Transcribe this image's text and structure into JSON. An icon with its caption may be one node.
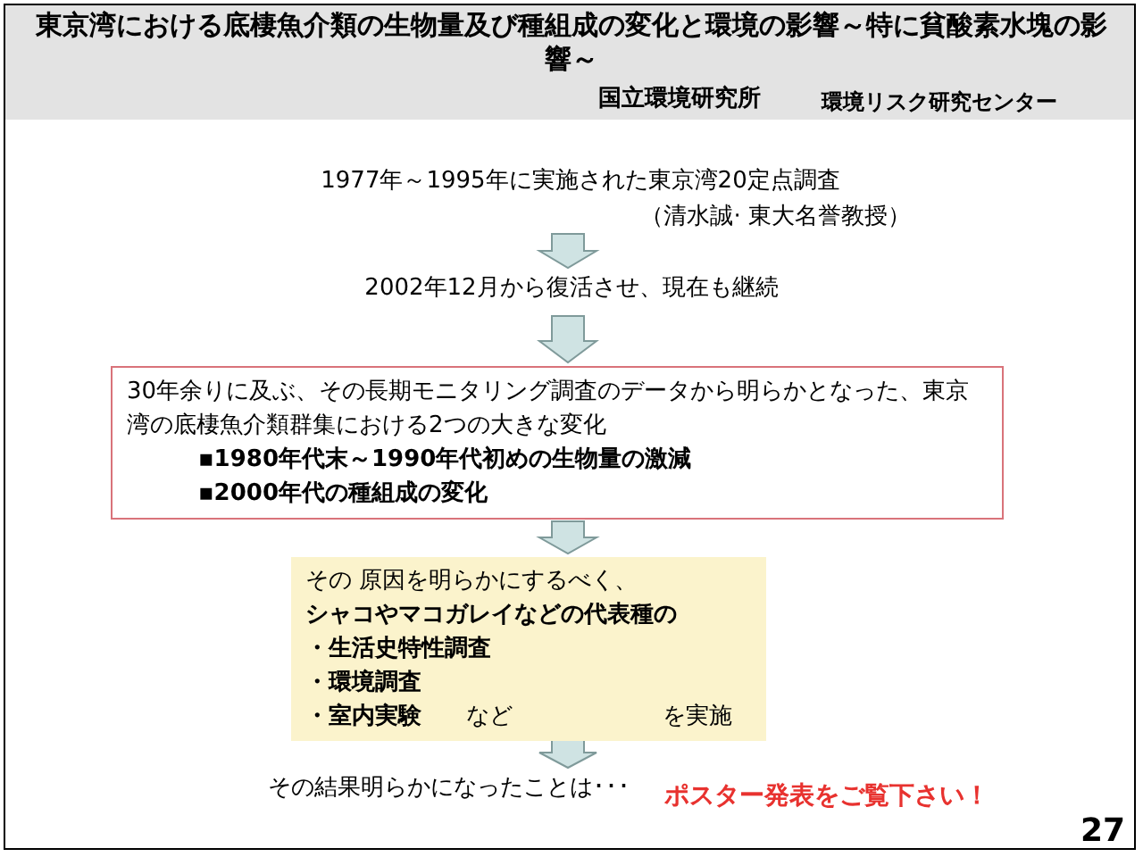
{
  "diagram": {
    "title": "東京湾における底棲魚介類の生物量及び種組成の変化と環境の影響～特に貧酸素水塊の影響～",
    "nodes": [
      {
        "text": [
          "1977年～1995年に実施された東京湾20定点調査",
          "（清水誠· 東大名誉教授）"
        ]
      },
      {
        "text": [
          "2002年12月から復活させ、現在も継続"
        ]
      },
      {
        "text": [
          "30年余りに及ぶ、その長期モニタリング調査のデータから明らかとなった、東京湾の底棲魚介類群集における2つの大きな変化",
          "▪1980年代末～1990年代初めの生物量の激減",
          "▪2000年代の種組成の変化"
        ]
      },
      {
        "text": [
          "その 原因を明らかにするべく、",
          "シャコやマコガレイなどの代表種の",
          "・生活史特性調査",
          "・環境調査",
          "・室内実験",
          "など",
          "を実施"
        ]
      },
      {
        "text": [
          "その結果明らかになったことは･･･"
        ]
      }
    ],
    "edges": [
      {
        "from": 0,
        "to": 1,
        "arrow": "to"
      },
      {
        "from": 1,
        "to": 2,
        "arrow": "to"
      },
      {
        "from": 2,
        "to": 3,
        "arrow": "to"
      },
      {
        "from": 3,
        "to": 4,
        "arrow": "to"
      }
    ],
    "labels": [
      "国立環境研究所",
      "環境リスク研究センター",
      "ポスター発表をご覧下さい！",
      "27"
    ]
  }
}
